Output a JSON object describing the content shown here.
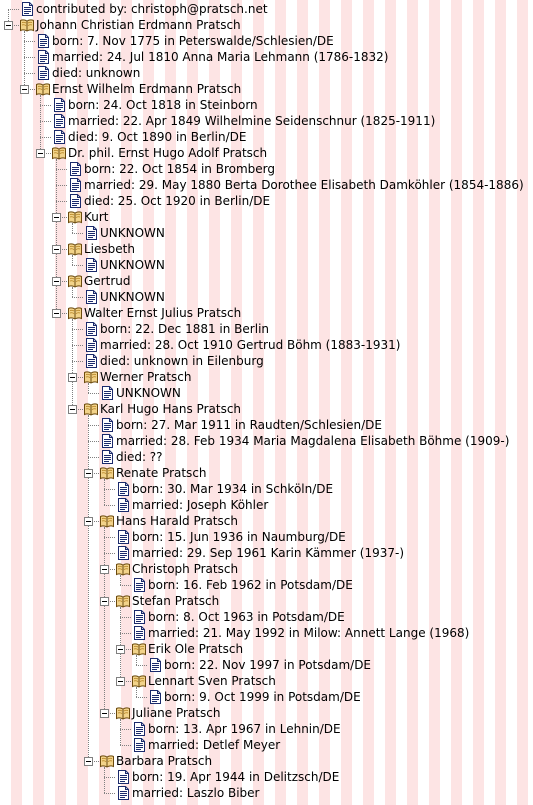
{
  "tree": {
    "nodes": [
      {
        "level": 0,
        "type": "doc",
        "text": "contributed by: christoph@pratsch.net"
      },
      {
        "level": 0,
        "type": "folder",
        "text": "Johann Christian Erdmann Pratsch"
      },
      {
        "level": 1,
        "type": "doc",
        "text": "born: 7. Nov 1775 in Peterswalde/Schlesien/DE"
      },
      {
        "level": 1,
        "type": "doc",
        "text": "married: 24. Jul 1810 Anna Maria Lehmann (1786-1832)"
      },
      {
        "level": 1,
        "type": "doc",
        "text": "died: unknown"
      },
      {
        "level": 1,
        "type": "folder",
        "text": "Ernst Wilhelm Erdmann Pratsch"
      },
      {
        "level": 2,
        "type": "doc",
        "text": "born: 24. Oct 1818 in Steinborn"
      },
      {
        "level": 2,
        "type": "doc",
        "text": "married: 22. Apr 1849 Wilhelmine Seidenschnur (1825-1911)"
      },
      {
        "level": 2,
        "type": "doc",
        "text": "died: 9. Oct 1890 in Berlin/DE"
      },
      {
        "level": 2,
        "type": "folder",
        "text": "Dr. phil. Ernst Hugo Adolf Pratsch"
      },
      {
        "level": 3,
        "type": "doc",
        "text": "born: 22. Oct 1854 in Bromberg"
      },
      {
        "level": 3,
        "type": "doc",
        "text": "married: 29. May 1880 Berta Dorothee Elisabeth Damköhler (1854-1886)"
      },
      {
        "level": 3,
        "type": "doc",
        "text": "died: 25. Oct 1920 in Berlin/DE"
      },
      {
        "level": 3,
        "type": "folder",
        "text": "Kurt"
      },
      {
        "level": 4,
        "type": "doc",
        "text": "UNKNOWN"
      },
      {
        "level": 3,
        "type": "folder",
        "text": "Liesbeth"
      },
      {
        "level": 4,
        "type": "doc",
        "text": "UNKNOWN"
      },
      {
        "level": 3,
        "type": "folder",
        "text": "Gertrud"
      },
      {
        "level": 4,
        "type": "doc",
        "text": "UNKNOWN"
      },
      {
        "level": 3,
        "type": "folder",
        "text": "Walter Ernst Julius Pratsch"
      },
      {
        "level": 4,
        "type": "doc",
        "text": "born: 22. Dec 1881 in Berlin"
      },
      {
        "level": 4,
        "type": "doc",
        "text": "married: 28. Oct 1910 Gertrud Böhm (1883-1931)"
      },
      {
        "level": 4,
        "type": "doc",
        "text": "died: unknown in Eilenburg"
      },
      {
        "level": 4,
        "type": "folder",
        "text": "Werner Pratsch"
      },
      {
        "level": 5,
        "type": "doc",
        "text": "UNKNOWN"
      },
      {
        "level": 4,
        "type": "folder",
        "text": "Karl Hugo Hans Pratsch"
      },
      {
        "level": 5,
        "type": "doc",
        "text": "born: 27. Mar 1911 in Raudten/Schlesien/DE"
      },
      {
        "level": 5,
        "type": "doc",
        "text": "married: 28. Feb 1934 Maria Magdalena Elisabeth Böhme (1909-)"
      },
      {
        "level": 5,
        "type": "doc",
        "text": "died: ??"
      },
      {
        "level": 5,
        "type": "folder",
        "text": "Renate Pratsch"
      },
      {
        "level": 6,
        "type": "doc",
        "text": "born: 30. Mar 1934 in Schköln/DE"
      },
      {
        "level": 6,
        "type": "doc",
        "text": "married: Joseph Köhler"
      },
      {
        "level": 5,
        "type": "folder",
        "text": "Hans Harald Pratsch"
      },
      {
        "level": 6,
        "type": "doc",
        "text": "born: 15. Jun 1936 in Naumburg/DE"
      },
      {
        "level": 6,
        "type": "doc",
        "text": "married: 29. Sep 1961 Karin Kämmer (1937-)"
      },
      {
        "level": 6,
        "type": "folder",
        "text": "Christoph Pratsch"
      },
      {
        "level": 7,
        "type": "doc",
        "text": "born: 16. Feb 1962 in Potsdam/DE"
      },
      {
        "level": 6,
        "type": "folder",
        "text": "Stefan Pratsch"
      },
      {
        "level": 7,
        "type": "doc",
        "text": "born: 8. Oct 1963 in Potsdam/DE"
      },
      {
        "level": 7,
        "type": "doc",
        "text": "married: 21. May 1992 in Milow: Annett Lange (1968)"
      },
      {
        "level": 7,
        "type": "folder",
        "text": "Erik Ole Pratsch"
      },
      {
        "level": 8,
        "type": "doc",
        "text": "born: 22. Nov 1997 in Potsdam/DE"
      },
      {
        "level": 7,
        "type": "folder",
        "text": "Lennart Sven Pratsch"
      },
      {
        "level": 8,
        "type": "doc",
        "text": "born: 9. Oct 1999 in Potsdam/DE"
      },
      {
        "level": 6,
        "type": "folder",
        "text": "Juliane Pratsch"
      },
      {
        "level": 7,
        "type": "doc",
        "text": "born: 13. Apr 1967 in Lehnin/DE"
      },
      {
        "level": 7,
        "type": "doc",
        "text": "married: Detlef Meyer"
      },
      {
        "level": 5,
        "type": "folder",
        "text": "Barbara Pratsch"
      },
      {
        "level": 6,
        "type": "doc",
        "text": "born: 19. Apr 1944 in Delitzsch/DE"
      },
      {
        "level": 6,
        "type": "doc",
        "text": "married: Laszlo Biber"
      }
    ]
  }
}
